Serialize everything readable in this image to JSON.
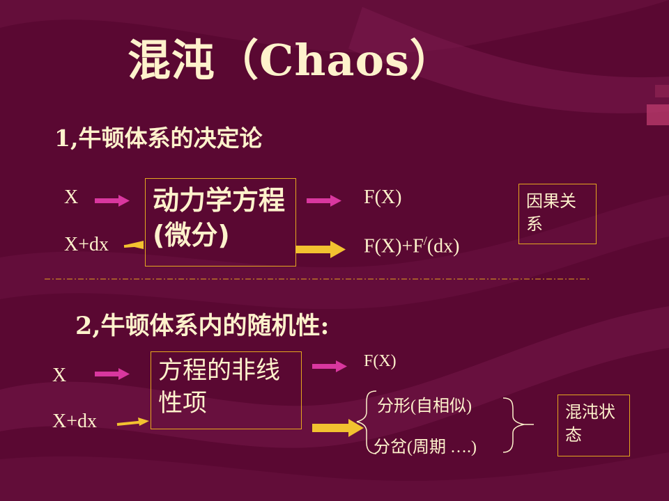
{
  "slide": {
    "title": "混沌（Chaos）",
    "section1": {
      "heading": "1,牛顿体系的决定论",
      "input_x": "X",
      "input_xdx": "X+dx",
      "equation_box": "动力学方程(微分)",
      "output_fx": "F(X)",
      "output_fxdx_main": "F(X)+F",
      "output_fxdx_sup": "/",
      "output_fxdx_tail": "(dx)",
      "relation_box": "因果关系"
    },
    "section2": {
      "heading": "2,牛顿体系内的随机性:",
      "input_x": "X",
      "input_xdx": "X+dx",
      "equation_box": "方程的非线性项",
      "output_fx": "F(X)",
      "branch_fractal": "分形(自相似)",
      "branch_bifurcation": "分岔(周期 ….)",
      "state_box": "混沌状态"
    },
    "colors": {
      "background": "#5e0a33",
      "text": "#fef2cc",
      "box_border": "#e5a81f",
      "arrow_magenta": "#d9379f",
      "arrow_yellow": "#f2c230"
    }
  }
}
